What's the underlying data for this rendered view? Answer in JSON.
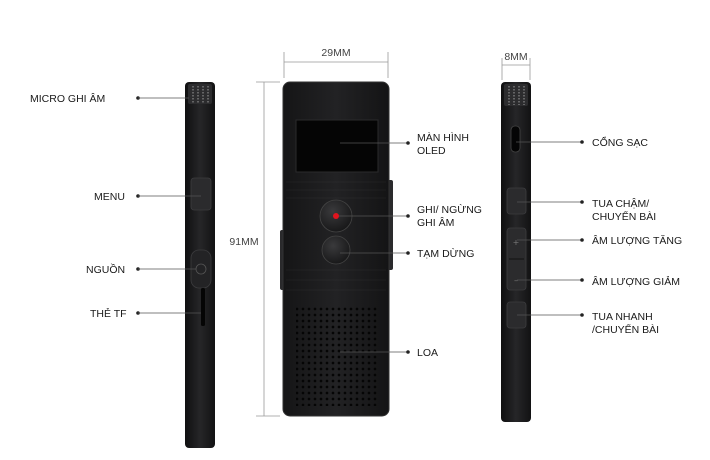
{
  "dimensions": {
    "width": "29MM",
    "height": "91MM",
    "thickness": "8MM"
  },
  "left_labels": {
    "mic": "MICRO GHI ÂM",
    "menu": "MENU",
    "power": "NGUỒN",
    "tf": "THẺ TF"
  },
  "center_labels": {
    "screen_line1": "MÀN HÌNH",
    "screen_line2": "OLED",
    "record_line1": "GHI/ NGỪNG",
    "record_line2": "GHI ÂM",
    "pause": "TẠM DỪNG",
    "speaker": "LOA"
  },
  "right_labels": {
    "charge": "CỔNG SẠC",
    "rewind_line1": "TUA CHẬM/",
    "rewind_line2": "CHUYỂN BÀI",
    "vol_up": "ÂM LƯỢNG TĂNG",
    "vol_down": "ÂM LƯỢNG GIẢM",
    "forward_line1": "TUA NHANH",
    "forward_line2": "/CHUYỂN BÀI"
  },
  "colors": {
    "body": "#1b1b1c",
    "edge": "#2e2e30",
    "record_dot": "#e0141e",
    "text": "#1a1a1a"
  }
}
